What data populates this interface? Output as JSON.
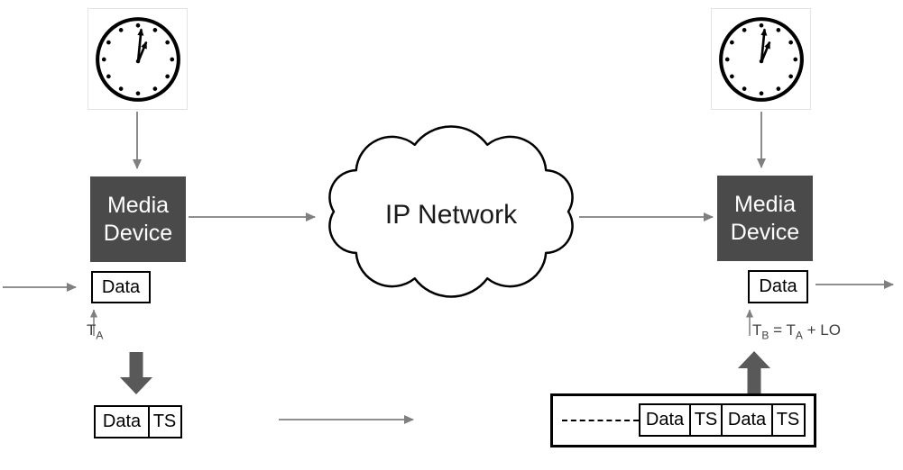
{
  "colors": {
    "device_bg": "#4a4a4a",
    "device_text": "#ffffff",
    "connector": "#7f7f7f",
    "block_arrow": "#595959",
    "outline": "#000000",
    "label_text": "#404040",
    "cloud_text": "#1a1a1a"
  },
  "icons": {
    "clock_left": "clock-icon",
    "clock_right": "clock-icon"
  },
  "cloud": {
    "label": "IP Network"
  },
  "device_left": {
    "line1": "Media",
    "line2": "Device"
  },
  "device_right": {
    "line1": "Media",
    "line2": "Device"
  },
  "data_box_left": {
    "label": "Data"
  },
  "data_box_right": {
    "label": "Data"
  },
  "timestamp_left": {
    "base": "T",
    "sub": "A"
  },
  "timestamp_right": {
    "base": "T",
    "sub": "B",
    "mid": " = T",
    "mid_sub": "A",
    "tail": " + LO"
  },
  "packet_left": {
    "data": "Data",
    "ts": "TS"
  },
  "packet_stream": {
    "segments": [
      {
        "data": "Data",
        "ts": "TS"
      },
      {
        "data": "Data",
        "ts": "TS"
      }
    ]
  }
}
